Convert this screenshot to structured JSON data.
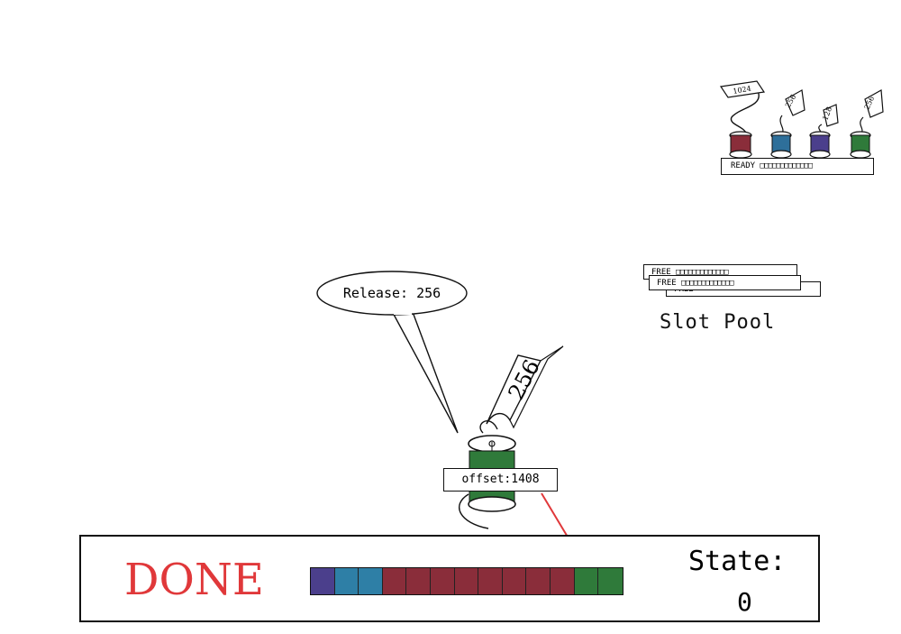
{
  "slot_pool": {
    "label": "Slot Pool",
    "cards": [
      {
        "label": "FREE"
      },
      {
        "label": "FREE"
      },
      {
        "label": "FREE"
      }
    ]
  },
  "ready_card": {
    "label": "READY",
    "spools": [
      {
        "size_label": "1024",
        "color": "#8a2d3a"
      },
      {
        "size_label": "256",
        "color": "#2e6f9a"
      },
      {
        "size_label": "128",
        "color": "#4b3f8c"
      },
      {
        "size_label": "256",
        "color": "#2f7a3a"
      }
    ]
  },
  "active_spool": {
    "size_label": "256",
    "color": "#2f7a3a",
    "offset_label": "offset:1408",
    "speech": "Release: 256"
  },
  "status": {
    "text": "DONE",
    "text_color": "#e0383a",
    "state_label": "State:",
    "state_value": "0",
    "segments": [
      {
        "color": "#4b3f8c"
      },
      {
        "color": "#2e7fa6"
      },
      {
        "color": "#2e7fa6"
      },
      {
        "color": "#8a2d3a"
      },
      {
        "color": "#8a2d3a"
      },
      {
        "color": "#8a2d3a"
      },
      {
        "color": "#8a2d3a"
      },
      {
        "color": "#8a2d3a"
      },
      {
        "color": "#8a2d3a"
      },
      {
        "color": "#8a2d3a"
      },
      {
        "color": "#8a2d3a"
      },
      {
        "color": "#2f7a3a"
      },
      {
        "color": "#2f7a3a"
      }
    ],
    "arrow_color": "#e0383a"
  }
}
